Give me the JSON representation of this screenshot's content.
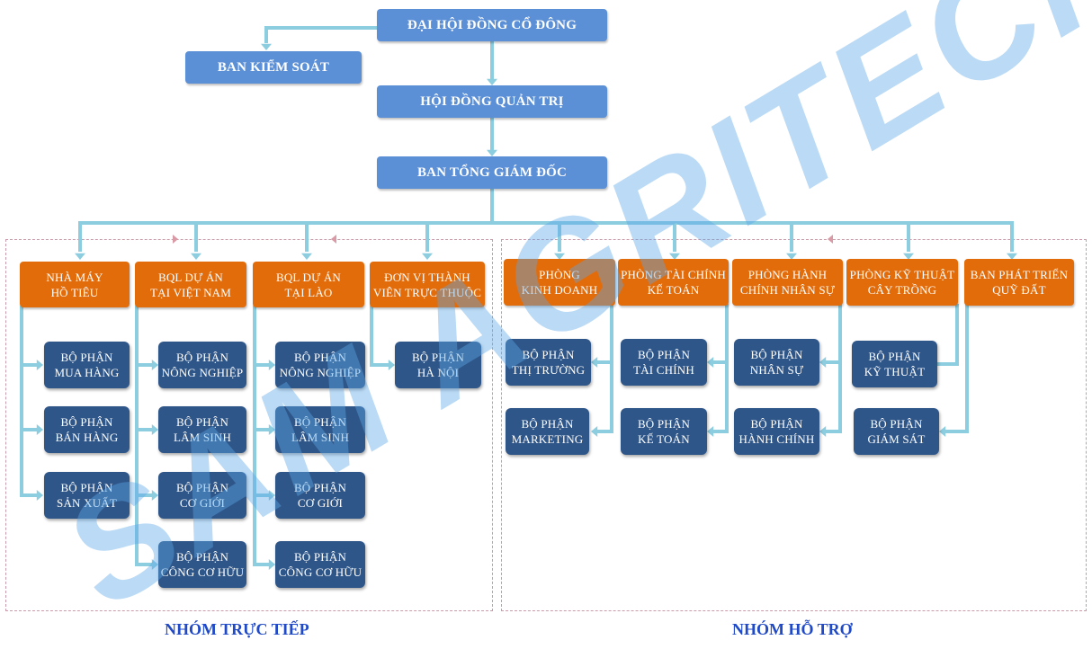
{
  "top": {
    "shareholders": "ĐẠI HỘI ĐỒNG CỔ ĐÔNG",
    "supervisory": "BAN KIỂM SOÁT",
    "board": "HỘI ĐỒNG QUẢN TRỊ",
    "ceo": "BAN TỔNG GIÁM ĐỐC"
  },
  "groups": {
    "direct": "NHÓM TRỰC TIẾP",
    "support": "NHÓM HỖ TRỢ"
  },
  "direct": [
    {
      "title": "NHÀ MÁY\nHỒ TIÊU",
      "subs": [
        "BỘ PHẬN\nMUA HÀNG",
        "BỘ PHẬN\nBÁN HÀNG",
        "BỘ PHẬN\nSẢN XUẤT"
      ]
    },
    {
      "title": "BQL DỰ ÁN\nTẠI VIỆT NAM",
      "subs": [
        "BỘ PHẬN\nNÔNG NGHIỆP",
        "BỘ PHẬN\nLÂM SINH",
        "BỘ PHẬN\nCƠ GIỚI",
        "BỘ PHẬN\nCÔNG CƠ HỮU"
      ]
    },
    {
      "title": "BQL DỰ ÁN\nTẠI LÀO",
      "subs": [
        "BỘ PHẬN\nNÔNG NGHIỆP",
        "BỘ PHẬN\nLÂM SINH",
        "BỘ PHẬN\nCƠ GIỚI",
        "BỘ PHẬN\nCÔNG CƠ HỮU"
      ]
    },
    {
      "title": "ĐƠN VỊ THÀNH\nVIÊN TRỰC THUỘC",
      "subs": [
        "BỘ PHẬN\nHÀ NỘI"
      ]
    }
  ],
  "support": [
    {
      "title": "PHÒNG\nKINH DOANH",
      "subs": [
        "BỘ PHẬN\nTHỊ TRƯỜNG",
        "BỘ PHẬN\nMARKETING"
      ]
    },
    {
      "title": "PHÒNG TÀI CHÍNH\nKẾ TOÁN",
      "subs": [
        "BỘ PHẬN\nTÀI CHÍNH",
        "BỘ PHẬN\nKẾ TOÁN"
      ]
    },
    {
      "title": "PHÒNG HÀNH\nCHÍNH NHÂN SỰ",
      "subs": [
        "BỘ PHẬN\nNHÂN SỰ",
        "BỘ PHẬN\nHÀNH CHÍNH"
      ]
    },
    {
      "title": "PHÒNG KỸ THUẬT\nCÂY TRỒNG",
      "subs": [
        "BỘ PHẬN\nKỸ THUẬT",
        "BỘ PHẬN\nGIÁM SÁT"
      ]
    },
    {
      "title": "BAN PHÁT TRIỂN\nQUỸ ĐẤT",
      "subs": []
    }
  ],
  "watermark": {
    "text": "SAM AGRITECH"
  },
  "colors": {
    "top": "#5b8fd6",
    "head": "#e36c0a",
    "sub": "#2f5689",
    "connector": "#8ccde0",
    "label": "#1f49c7"
  }
}
